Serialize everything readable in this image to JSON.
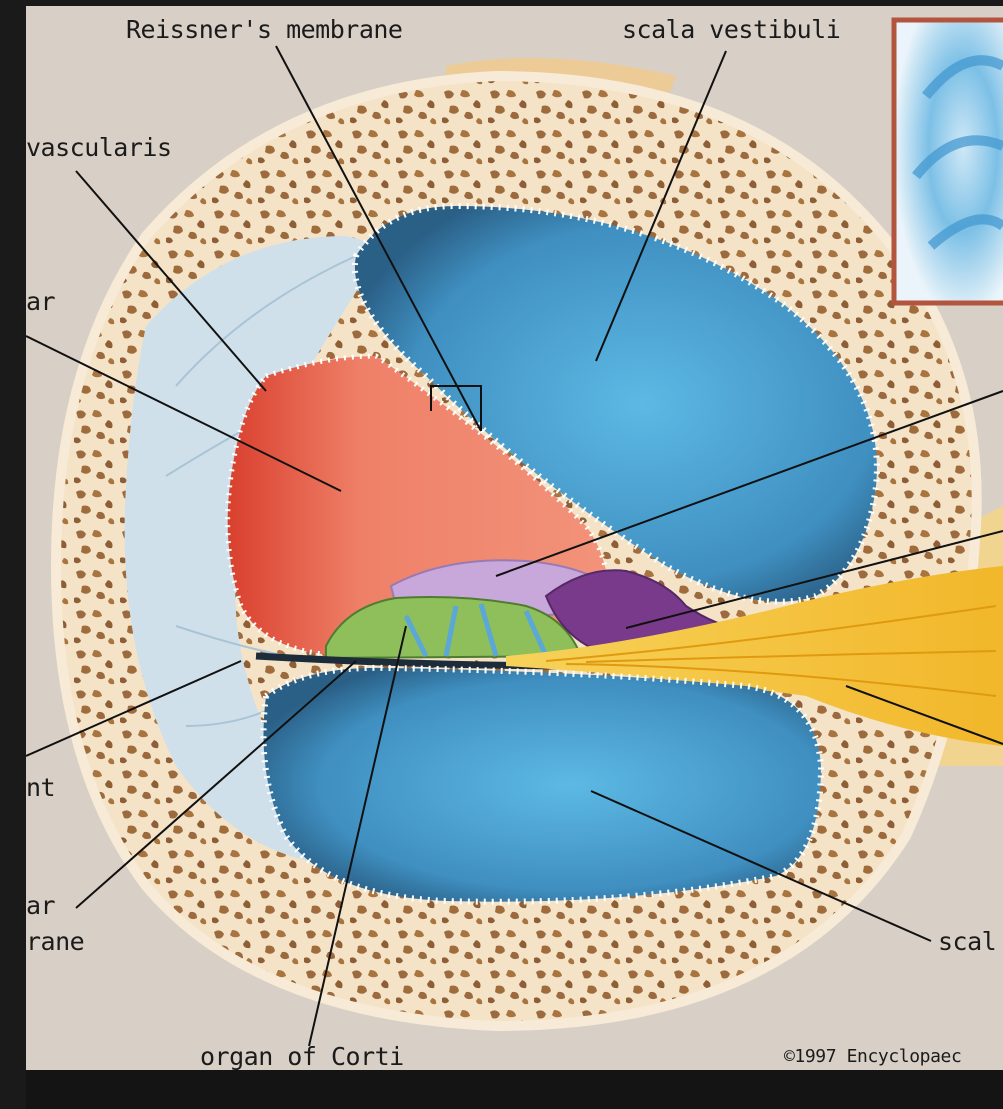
{
  "labels": {
    "reissner": "Reissner's membrane",
    "scala_vestibuli": "scala vestibuli",
    "stria_vascularis": "vascularis",
    "cochlear_duct": "ar",
    "spiral_ligament": "nt",
    "basilar_membrane_line1": "ar",
    "basilar_membrane_line2": "rane",
    "organ_of_corti": "organ of Corti",
    "scala_tympani": "scal"
  },
  "copyright": "©1997 Encyclopaec",
  "colors": {
    "background": "#d8d0c6",
    "bone": "#f6e6cf",
    "bone_spots": "#9b6a3e",
    "scala": "#3f8fc0",
    "duct": "#e8745f",
    "tectorial": "#c4a3d8",
    "nerve": "#f2b72a",
    "organ": "#8fbf5a",
    "inset_border": "#b3543f"
  }
}
